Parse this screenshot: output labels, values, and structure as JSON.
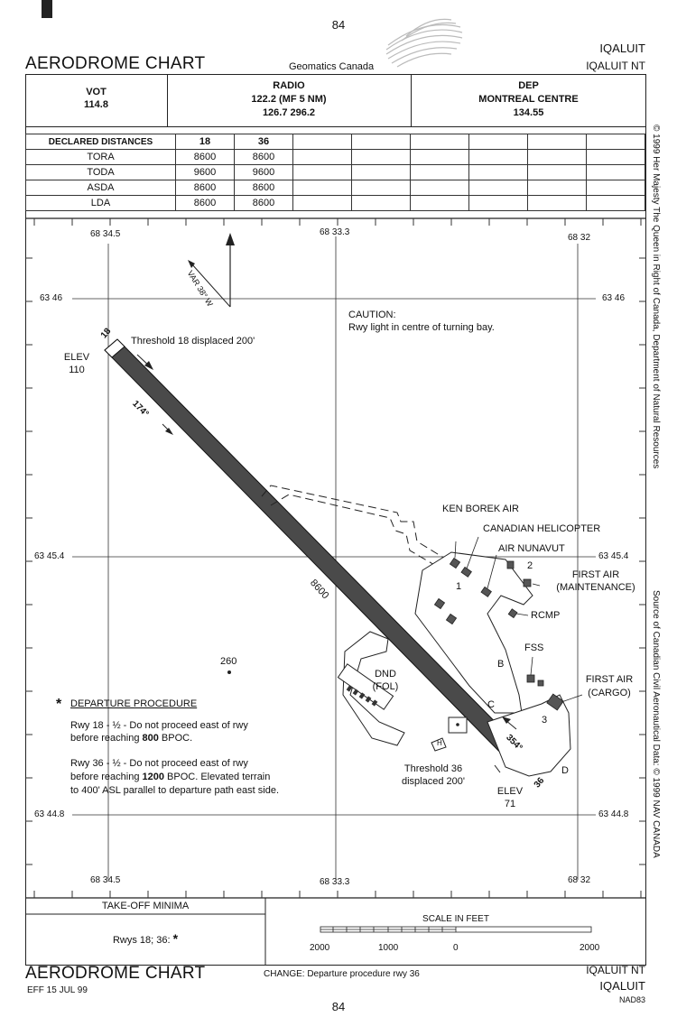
{
  "page_number_top": "84",
  "page_number_bottom": "84",
  "header": {
    "title": "AERODROME CHART",
    "publisher": "Geomatics Canada",
    "airport_name": "IQALUIT",
    "airport_location": "IQALUIT  NT"
  },
  "comms": {
    "vot_label": "VOT",
    "vot_freq": "114.8",
    "radio_label": "RADIO",
    "radio_line1": "122.2 (MF 5 NM)",
    "radio_line2": "126.7  296.2",
    "dep_label": "DEP",
    "dep_line1": "MONTREAL CENTRE",
    "dep_line2": "134.55"
  },
  "declared_distances": {
    "title": "DECLARED DISTANCES",
    "columns": [
      "18",
      "36"
    ],
    "rows": [
      {
        "label": "TORA",
        "values": [
          "8600",
          "8600"
        ]
      },
      {
        "label": "TODA",
        "values": [
          "9600",
          "9600"
        ]
      },
      {
        "label": "ASDA",
        "values": [
          "8600",
          "8600"
        ]
      },
      {
        "label": "LDA",
        "values": [
          "8600",
          "8600"
        ]
      }
    ]
  },
  "grid": {
    "lon_top": [
      "68 34.5",
      "68 33.3",
      "68 32"
    ],
    "lon_bottom": [
      "68 34.5",
      "68 33.3",
      "68 32"
    ],
    "lat_left": [
      "63 46",
      "63 45.4",
      "63 44.8"
    ],
    "lat_right": [
      "63 46",
      "63 45.4",
      "63 44.8"
    ]
  },
  "map": {
    "var_label": "VAR 38° W",
    "caution_title": "CAUTION:",
    "caution_text": "Rwy light in centre of turning bay.",
    "threshold18": "Threshold 18 displaced 200'",
    "elev18_label": "ELEV",
    "elev18_value": "110",
    "heading174": "174°",
    "heading354": "354°",
    "rwy18": "18",
    "rwy36": "36",
    "rwy_length": "8600",
    "ken_borek": "KEN BOREK AIR",
    "canadian_heli": "CANADIAN HELICOPTER",
    "air_nunavut": "AIR NUNAVUT",
    "first_air_maint_1": "FIRST AIR",
    "first_air_maint_2": "(MAINTENANCE)",
    "rcmp": "RCMP",
    "fss": "FSS",
    "first_air_cargo_1": "FIRST AIR",
    "first_air_cargo_2": "(CARGO)",
    "dnd_1": "DND",
    "dnd_2": "(FOL)",
    "spot_elev": "260",
    "apron1": "1",
    "apron2": "2",
    "apron3": "3",
    "twy_b": "B",
    "twy_c": "C",
    "twy_d": "D",
    "threshold36_1": "Threshold 36",
    "threshold36_2": "displaced 200'",
    "elev36_label": "ELEV",
    "elev36_value": "71",
    "heli_marker": "H"
  },
  "departure": {
    "title": "DEPARTURE PROCEDURE",
    "p1_line1": "Rwy 18 - ½ - Do not proceed east of rwy",
    "p1_line2a": "before reaching ",
    "p1_line2b": "800",
    "p1_line2c": " BPOC.",
    "p2_line1": "Rwy 36 - ½ - Do not proceed east of rwy",
    "p2_line2a": "before reaching ",
    "p2_line2b": "1200",
    "p2_line2c": " BPOC. Elevated terrain",
    "p2_line3": "to 400' ASL parallel to departure path east side."
  },
  "takeoff": {
    "title": "TAKE-OFF MINIMA",
    "value": "Rwys 18; 36: ",
    "star": "*"
  },
  "scale": {
    "title": "SCALE IN FEET",
    "labels": [
      "2000",
      "1000",
      "0",
      "2000"
    ]
  },
  "footer": {
    "title": "AERODROME CHART",
    "effective": "EFF 15 JUL 99",
    "change": "CHANGE: Departure procedure rwy 36",
    "loc1": "IQALUIT  NT",
    "loc2": "IQALUIT",
    "datum": "NAD83"
  },
  "side_notes": {
    "copyright": "© 1999 Her Majesty The Queen in Right of Canada, Department of Natural Resources",
    "source": "Source of Canadian Civil Aeronautical Data: © 1999 NAV CANADA"
  }
}
